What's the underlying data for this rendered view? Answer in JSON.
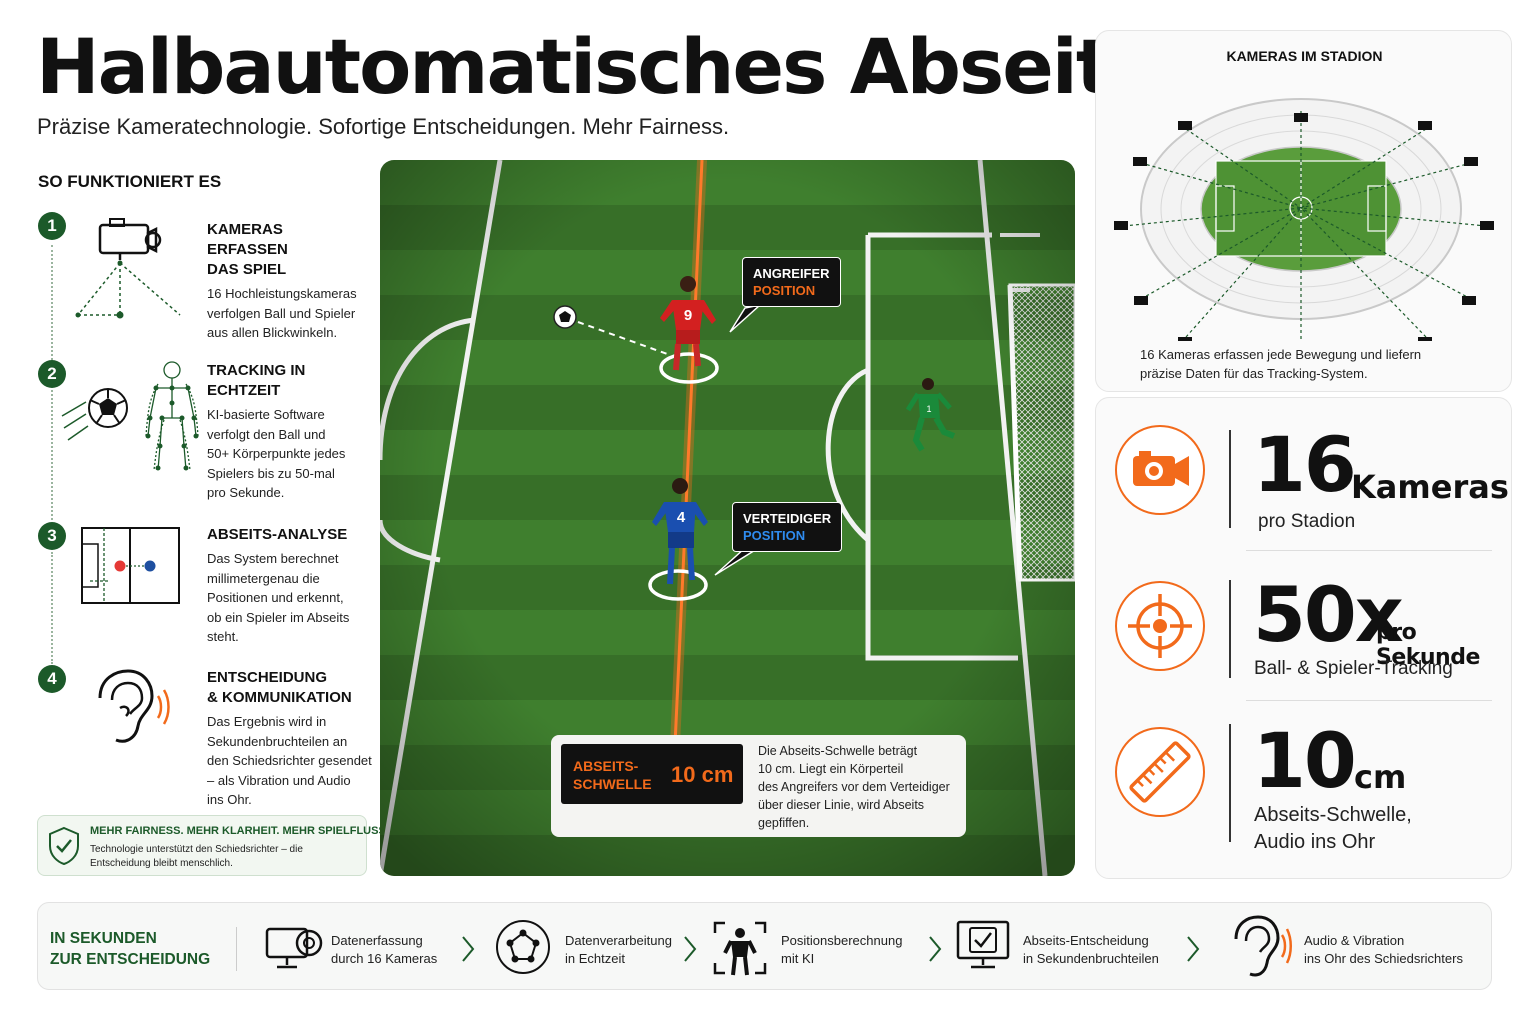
{
  "header": {
    "title": "Halbautomatisches Abseits",
    "subtitle": "Präzise Kameratechnologie. Sofortige Entscheidungen. Mehr Fairness."
  },
  "how": {
    "heading": "SO FUNKTIONIERT ES",
    "steps": [
      {
        "num": "1",
        "title1": "KAMERAS ERFASSEN",
        "title2": "DAS SPIEL",
        "text": [
          "16 Hochleistungskameras",
          "verfolgen Ball und Spieler",
          "aus allen Blickwinkeln."
        ],
        "icon": "camera-icon"
      },
      {
        "num": "2",
        "title1": "TRACKING IN",
        "title2": "ECHTZEIT",
        "text": [
          "KI-basierte Software",
          "verfolgt den Ball und",
          "50+ Körperpunkte jedes",
          "Spielers bis zu 50-mal",
          "pro Sekunde."
        ],
        "icon": "skeleton-tracking-icon"
      },
      {
        "num": "3",
        "title1": "ABSEITS-ANALYSE",
        "title2": "",
        "text": [
          "Das System berechnet",
          "millimetergenau die",
          "Positionen und erkennt,",
          "ob ein Spieler im Abseits",
          "steht."
        ],
        "icon": "pitch-analysis-icon"
      },
      {
        "num": "4",
        "title1": "ENTSCHEIDUNG",
        "title2": "& KOMMUNIKATION",
        "text": [
          "Das Ergebnis wird in",
          "Sekundenbruchteilen an",
          "den Schiedsrichter gesendet",
          "– als Vibration und Audio",
          "ins Ohr."
        ],
        "icon": "ear-sound-icon"
      }
    ],
    "fairness_title": "MEHR FAIRNESS. MEHR KLARHEIT. MEHR SPIELFLUSS.",
    "fairness_text": "Technologie unterstützt den Schiedsrichter – die Entscheidung bleibt menschlich."
  },
  "pitch": {
    "attacker_label1": "ANGREIFER",
    "attacker_label2": "POSITION",
    "attacker_number": "9",
    "defender_label1": "VERTEIDIGER",
    "defender_label2": "POSITION",
    "defender_number": "4",
    "keeper_number": "1",
    "threshold_label1": "ABSEITS-",
    "threshold_label2": "SCHWELLE",
    "threshold_value": "10 cm",
    "threshold_text": [
      "Die Abseits-Schwelle beträgt",
      "10 cm. Liegt ein Körperteil",
      "des Angreifers vor dem Verteidiger",
      "über dieser Linie, wird Abseits",
      "gepfiffen."
    ]
  },
  "stadium": {
    "heading": "KAMERAS IM STADION",
    "caption": [
      "16 Kameras erfassen jede Bewegung und liefern",
      "präzise Daten für das Tracking-System."
    ]
  },
  "stats": [
    {
      "value": "16",
      "unit": "Kameras",
      "sub1": "pro Stadion",
      "sub2": "",
      "icon": "camera-icon"
    },
    {
      "value": "50x",
      "unit": "pro Sekunde",
      "sub1": "Ball- & Spieler-Tracking",
      "sub2": "",
      "icon": "target-icon"
    },
    {
      "value": "10",
      "unit": "cm",
      "sub1": "Abseits-Schwelle,",
      "sub2": "Audio ins Ohr",
      "icon": "ruler-icon"
    }
  ],
  "flow": {
    "heading1": "IN SEKUNDEN",
    "heading2": "ZUR ENTSCHEIDUNG",
    "steps": [
      {
        "l1": "Datenerfassung",
        "l2": "durch 16 Kameras",
        "icon": "camera-icon"
      },
      {
        "l1": "Datenverarbeitung",
        "l2": "in Echtzeit",
        "icon": "network-icon"
      },
      {
        "l1": "Positionsberechnung",
        "l2": "mit KI",
        "icon": "person-tracking-icon"
      },
      {
        "l1": "Abseits-Entscheidung",
        "l2": "in Sekundenbruchteilen",
        "icon": "monitor-check-icon"
      },
      {
        "l1": "Audio & Vibration",
        "l2": "ins Ohr des Schiedsrichters",
        "icon": "ear-sound-icon"
      }
    ]
  },
  "colors": {
    "green": "#1c5a2a",
    "orange": "#f26a1b",
    "blue": "#1e88e5",
    "pitch": "#3d7d2c"
  }
}
